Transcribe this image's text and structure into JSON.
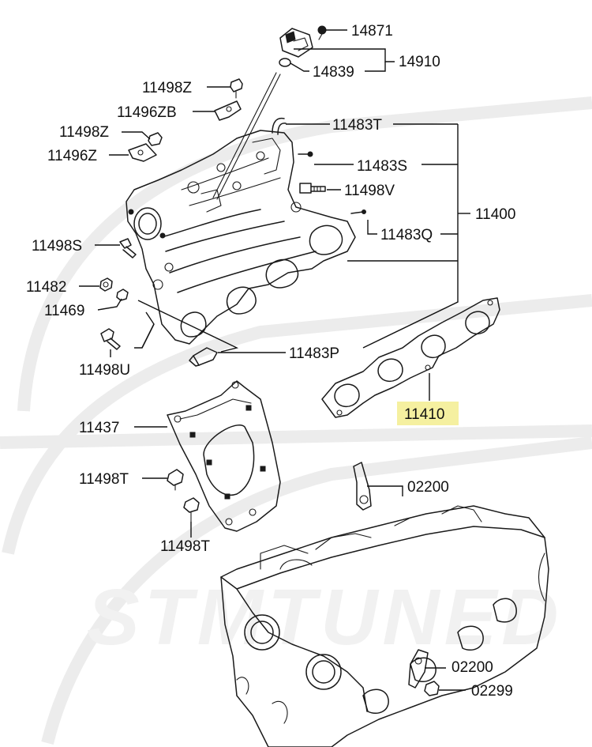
{
  "diagram": {
    "watermark": "STMTUNED",
    "highlight_color": "#f5f0a0",
    "parts": [
      {
        "id": "p14871",
        "label": "14871"
      },
      {
        "id": "p14910",
        "label": "14910"
      },
      {
        "id": "p14839",
        "label": "14839"
      },
      {
        "id": "p11498Z_a",
        "label": "11498Z"
      },
      {
        "id": "p11496ZB",
        "label": "11496ZB"
      },
      {
        "id": "p11498Z_b",
        "label": "11498Z"
      },
      {
        "id": "p11483T",
        "label": "11483T"
      },
      {
        "id": "p11496Z",
        "label": "11496Z"
      },
      {
        "id": "p11483S",
        "label": "11483S"
      },
      {
        "id": "p11498V",
        "label": "11498V"
      },
      {
        "id": "p11400",
        "label": "11400"
      },
      {
        "id": "p11483Q",
        "label": "11483Q"
      },
      {
        "id": "p11498S",
        "label": "11498S"
      },
      {
        "id": "p11482",
        "label": "11482"
      },
      {
        "id": "p11469",
        "label": "11469"
      },
      {
        "id": "p11483P",
        "label": "11483P"
      },
      {
        "id": "p11498U",
        "label": "11498U"
      },
      {
        "id": "p11410",
        "label": "11410",
        "highlighted": true
      },
      {
        "id": "p11437",
        "label": "11437"
      },
      {
        "id": "p11498T_a",
        "label": "11498T"
      },
      {
        "id": "p02200_a",
        "label": "02200"
      },
      {
        "id": "p11498T_b",
        "label": "11498T"
      },
      {
        "id": "p02200_b",
        "label": "02200"
      },
      {
        "id": "p02299",
        "label": "02299"
      }
    ]
  }
}
